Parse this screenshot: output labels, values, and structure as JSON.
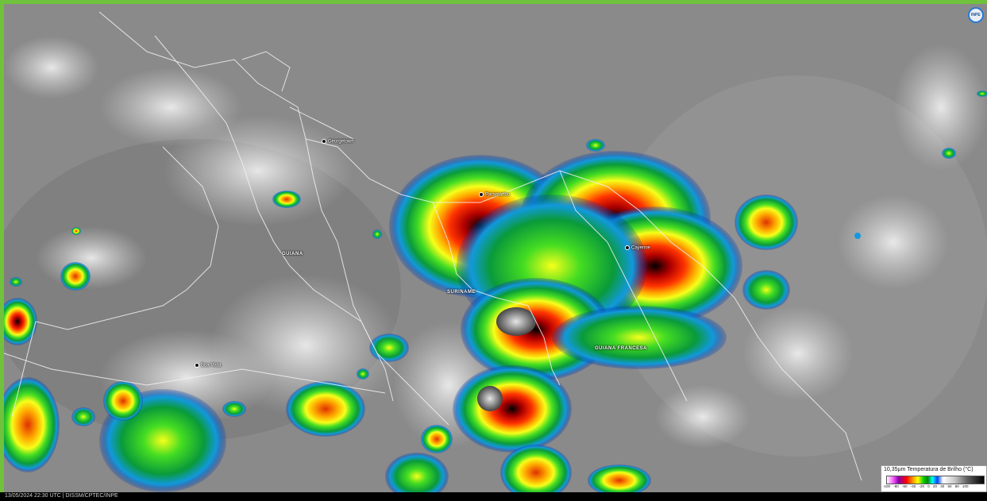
{
  "cities": {
    "georgetown": "Georgetown",
    "paramaribo": "Paramaribo",
    "cayenne": "Cayenne",
    "boa_vista": "Boa Vista"
  },
  "countries": {
    "guiana": "GUIANA",
    "suriname": "SURINAME",
    "guiana_francesa": "GUIANA FRANCESA"
  },
  "legend": {
    "title": "10,35µm Temperatura de Brilho (°C)",
    "ticks": "-100 -80 -60 -40 -20 0 20 40 60 80 100"
  },
  "footer": "13/05/2024 22:30 UTC | DISSM/CPTEC/INPE",
  "colors": {
    "frame": "#70c23c",
    "cold_tops": [
      "#000000",
      "#b00000",
      "#ff3300",
      "#ffaa00",
      "#ffff00",
      "#44dd22",
      "#008800",
      "#1199dd",
      "#0033aa"
    ]
  }
}
